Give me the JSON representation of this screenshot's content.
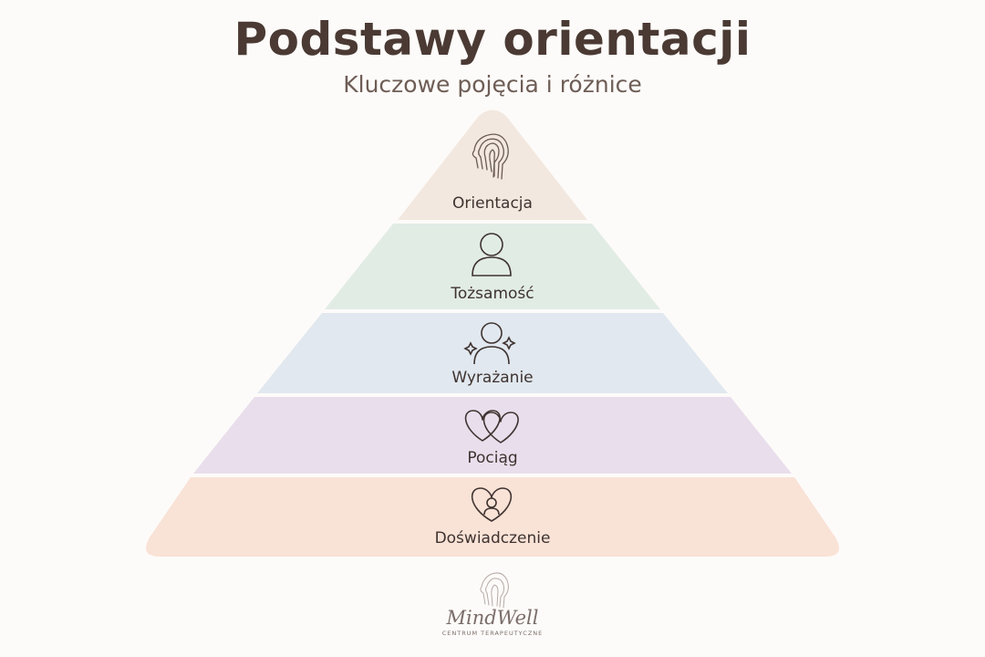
{
  "header": {
    "title": "Podstawy orientacji",
    "subtitle": "Kluczowe pojęcia i różnice"
  },
  "levels": [
    {
      "label": "Orientacja",
      "icon": "head-profile-icon",
      "color": "#f3e8df"
    },
    {
      "label": "Tożsamość",
      "icon": "person-icon",
      "color": "#e1ece5"
    },
    {
      "label": "Wyrażanie",
      "icon": "person-sparkle-icon",
      "color": "#e1e8ef"
    },
    {
      "label": "Pociąg",
      "icon": "two-hearts-icon",
      "color": "#e9deec"
    },
    {
      "label": "Doświadczenie",
      "icon": "heart-person-icon",
      "color": "#f9e2d6"
    }
  ],
  "logo": {
    "name": "MindWell",
    "tagline": "CENTRUM TERAPEUTYCZNE",
    "icon": "head-profile-icon"
  }
}
